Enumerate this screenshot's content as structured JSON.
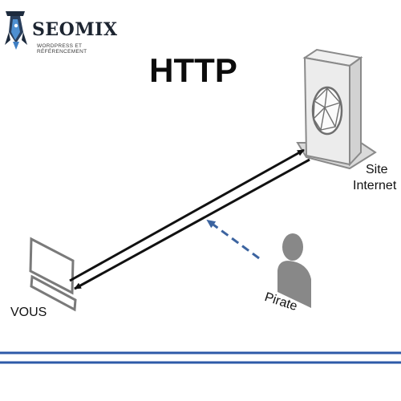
{
  "header": {
    "brand_name": "SEOMIX",
    "brand_tagline": "WORDPRESS ET RÉFÉRENCEMENT",
    "title": "HTTP"
  },
  "diagram": {
    "server_label_line1": "Site",
    "server_label_line2": "Internet",
    "user_label": "VOUS",
    "attacker_label": "Pirate"
  },
  "colors": {
    "arrow": "#111111",
    "attacker_arrow": "#3c64a0",
    "divider": "#2e5aa8",
    "device_stroke": "#7a7a7a",
    "server_fill": "#e9e9e9",
    "person_fill": "#888888"
  },
  "icons": {
    "brand": "rocket-icon",
    "server": "server-icon",
    "computer": "computer-icon",
    "person": "person-icon"
  }
}
